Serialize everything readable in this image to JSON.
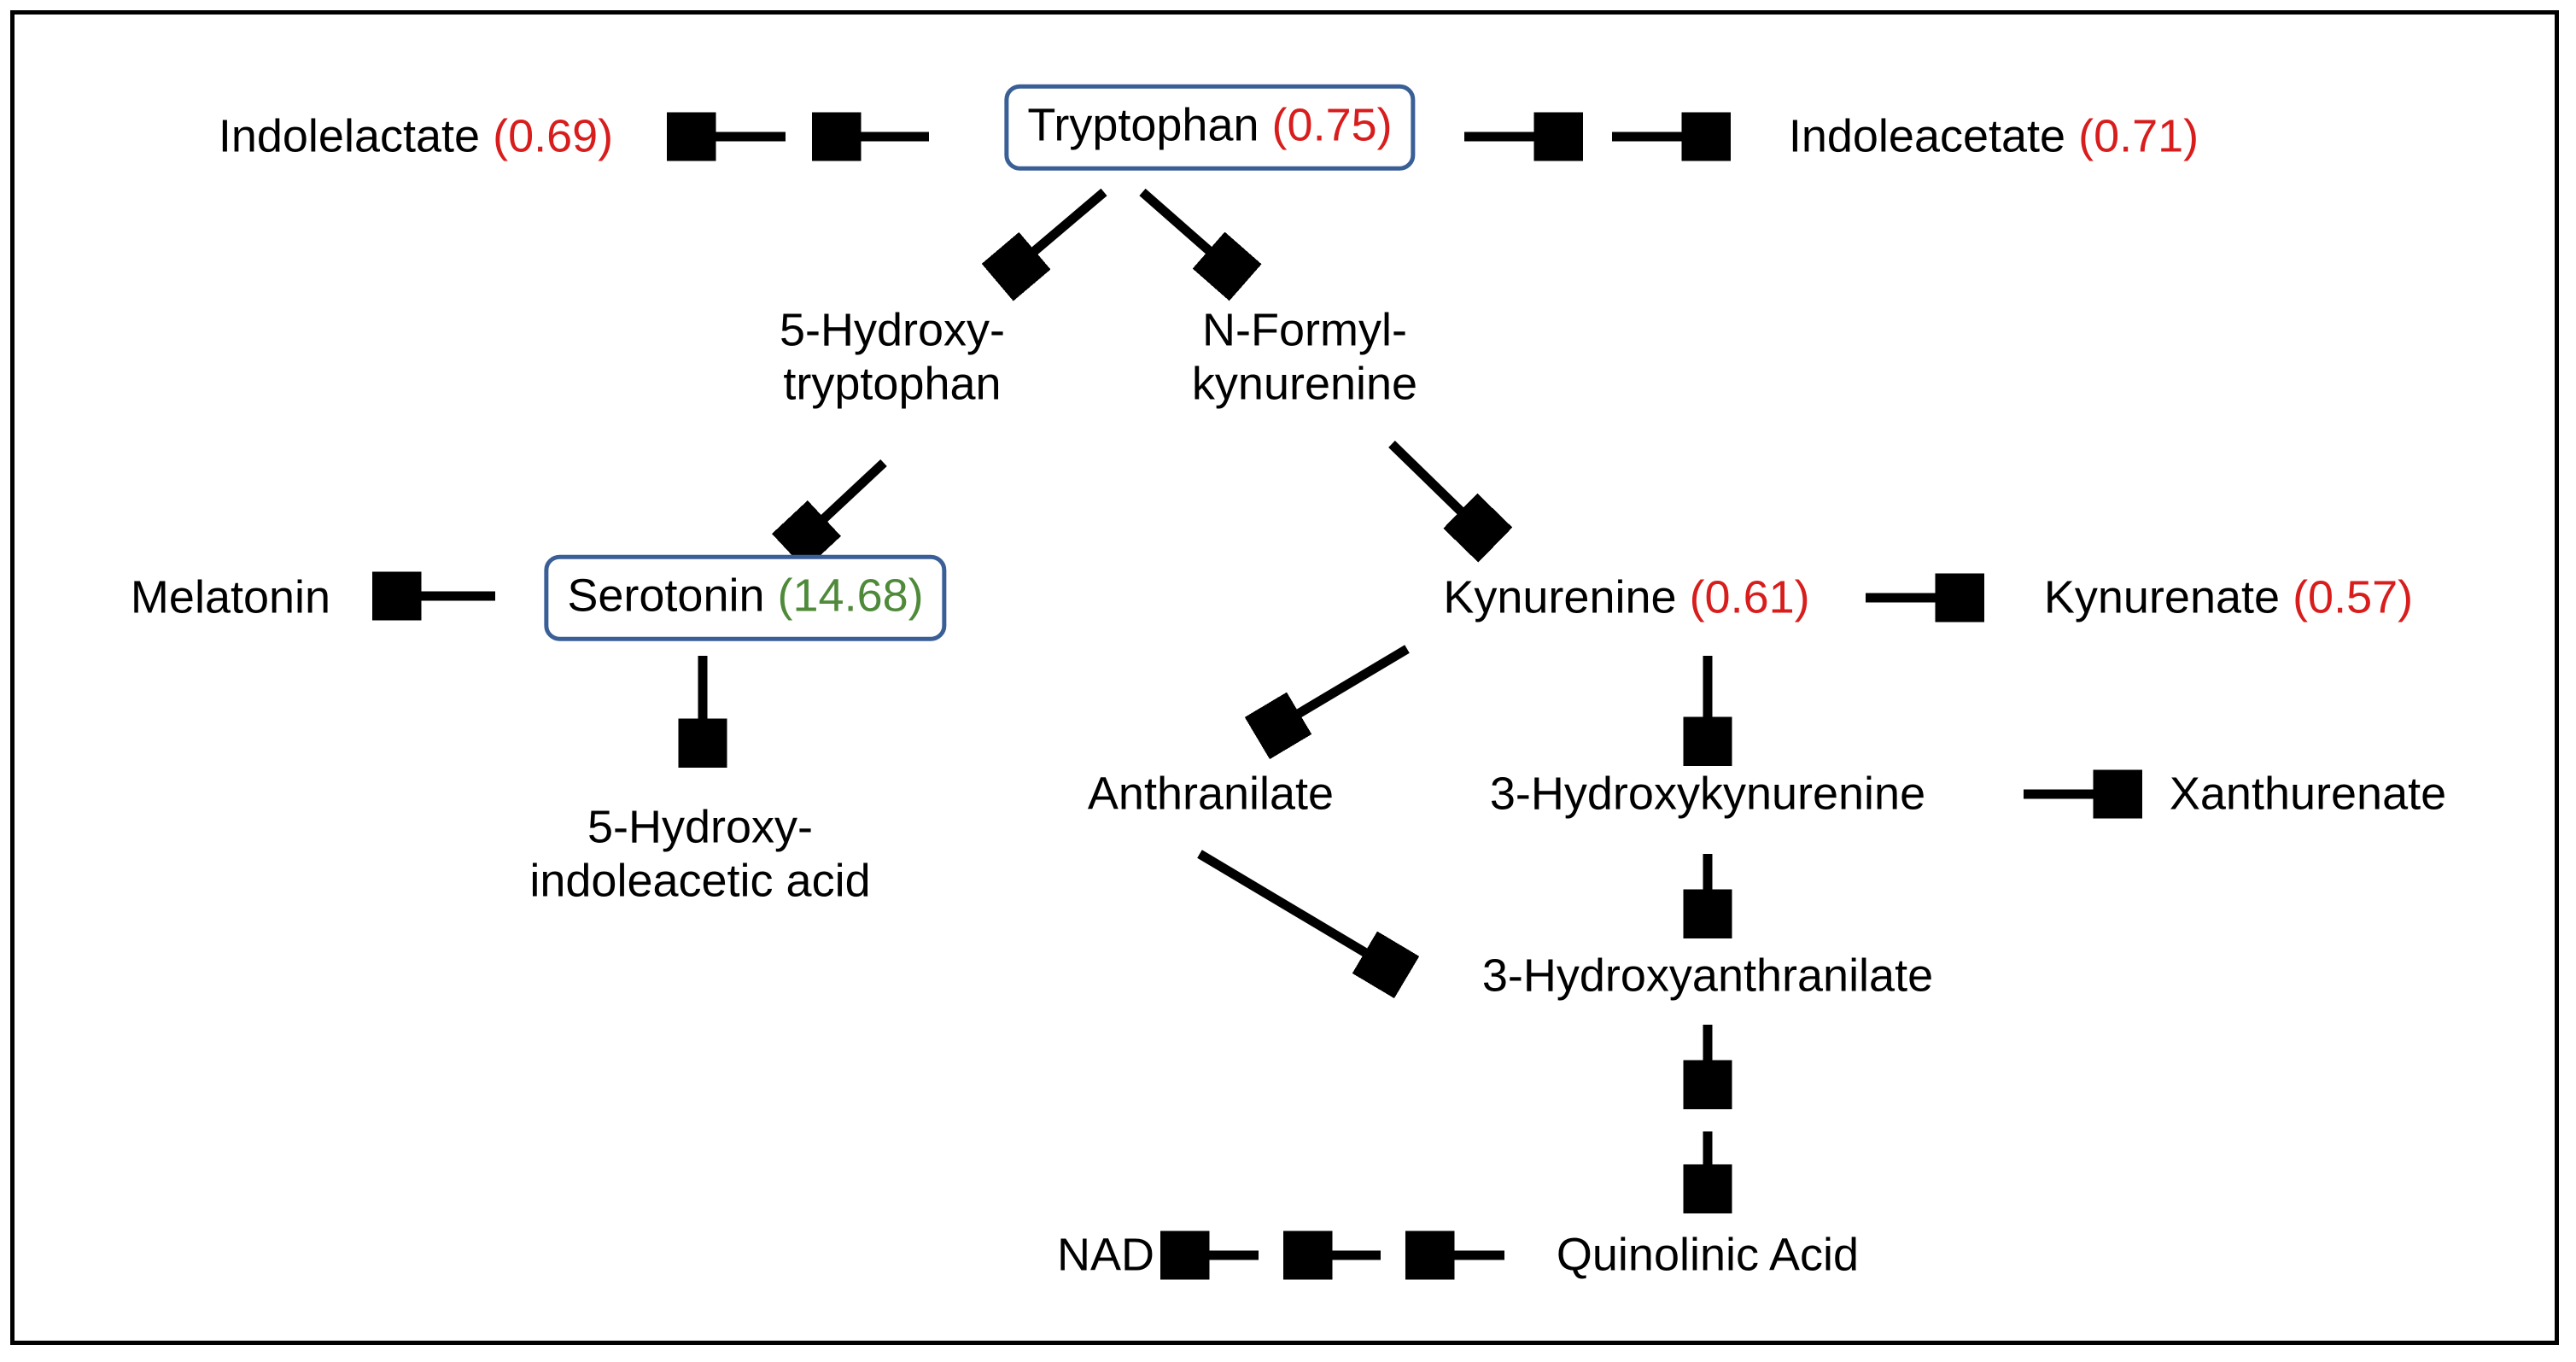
{
  "diagram": {
    "title": "Tryptophan metabolism pathway",
    "colors": {
      "frame_border": "#000000",
      "node_box_border": "#3a5f97",
      "value_decreased": "#d81d1d",
      "value_increased": "#4f8a3a",
      "arrow": "#000000",
      "text": "#000000",
      "background": "#ffffff"
    },
    "nodes": [
      {
        "id": "tryptophan",
        "label": "Tryptophan",
        "value": "(0.75)",
        "value_color": "red",
        "boxed": true,
        "lines": [
          "Tryptophan"
        ]
      },
      {
        "id": "indolelactate",
        "label": "Indolelactate",
        "value": "(0.69)",
        "value_color": "red",
        "boxed": false,
        "lines": [
          "Indolelactate"
        ]
      },
      {
        "id": "indoleacetate",
        "label": "Indoleacetate",
        "value": "(0.71)",
        "value_color": "red",
        "boxed": false,
        "lines": [
          "Indoleacetate"
        ]
      },
      {
        "id": "hydroxytryptophan",
        "label": "5-Hydroxy- tryptophan",
        "value": "",
        "value_color": "none",
        "boxed": false,
        "lines": [
          "5-Hydroxy-",
          "tryptophan"
        ]
      },
      {
        "id": "formylkynurenine",
        "label": "N-Formyl- kynurenine",
        "value": "",
        "value_color": "none",
        "boxed": false,
        "lines": [
          "N-Formyl-",
          "kynurenine"
        ]
      },
      {
        "id": "serotonin",
        "label": "Serotonin",
        "value": "(14.68)",
        "value_color": "green",
        "boxed": true,
        "lines": [
          "Serotonin"
        ]
      },
      {
        "id": "melatonin",
        "label": "Melatonin",
        "value": "",
        "value_color": "none",
        "boxed": false,
        "lines": [
          "Melatonin"
        ]
      },
      {
        "id": "hydroxyindoleacetic",
        "label": "5-Hydroxy- indoleacetic acid",
        "value": "",
        "value_color": "none",
        "boxed": false,
        "lines": [
          "5-Hydroxy-",
          "indoleacetic acid"
        ]
      },
      {
        "id": "kynurenine",
        "label": "Kynurenine",
        "value": "(0.61)",
        "value_color": "red",
        "boxed": false,
        "lines": [
          "Kynurenine"
        ]
      },
      {
        "id": "kynurenate",
        "label": "Kynurenate",
        "value": "(0.57)",
        "value_color": "red",
        "boxed": false,
        "lines": [
          "Kynurenate"
        ]
      },
      {
        "id": "anthranilate",
        "label": "Anthranilate",
        "value": "",
        "value_color": "none",
        "boxed": false,
        "lines": [
          "Anthranilate"
        ]
      },
      {
        "id": "hydroxykynurenine",
        "label": "3-Hydroxykynurenine",
        "value": "",
        "value_color": "none",
        "boxed": false,
        "lines": [
          "3-Hydroxykynurenine"
        ]
      },
      {
        "id": "xanthurenate",
        "label": "Xanthurenate",
        "value": "",
        "value_color": "none",
        "boxed": false,
        "lines": [
          "Xanthurenate"
        ]
      },
      {
        "id": "hydroxyanthranilate",
        "label": "3-Hydroxyanthranilate",
        "value": "",
        "value_color": "none",
        "boxed": false,
        "lines": [
          "3-Hydroxyanthranilate"
        ]
      },
      {
        "id": "quinolinic",
        "label": "Quinolinic Acid",
        "value": "",
        "value_color": "none",
        "boxed": false,
        "lines": [
          "Quinolinic Acid"
        ]
      },
      {
        "id": "nad",
        "label": "NAD",
        "value": "",
        "value_color": "none",
        "boxed": false,
        "lines": [
          "NAD"
        ]
      }
    ],
    "edges": [
      {
        "from": "tryptophan",
        "to": "indolelactate",
        "direction": "left",
        "segments": 2
      },
      {
        "from": "tryptophan",
        "to": "indoleacetate",
        "direction": "right",
        "segments": 2
      },
      {
        "from": "tryptophan",
        "to": "hydroxytryptophan",
        "direction": "down-left",
        "segments": 1
      },
      {
        "from": "tryptophan",
        "to": "formylkynurenine",
        "direction": "down-right",
        "segments": 1
      },
      {
        "from": "hydroxytryptophan",
        "to": "serotonin",
        "direction": "down-left",
        "segments": 1
      },
      {
        "from": "serotonin",
        "to": "melatonin",
        "direction": "left",
        "segments": 1
      },
      {
        "from": "serotonin",
        "to": "hydroxyindoleacetic",
        "direction": "down",
        "segments": 1
      },
      {
        "from": "formylkynurenine",
        "to": "kynurenine",
        "direction": "down-right",
        "segments": 1
      },
      {
        "from": "kynurenine",
        "to": "kynurenate",
        "direction": "right",
        "segments": 1
      },
      {
        "from": "kynurenine",
        "to": "anthranilate",
        "direction": "down-left",
        "segments": 1
      },
      {
        "from": "kynurenine",
        "to": "hydroxykynurenine",
        "direction": "down",
        "segments": 1
      },
      {
        "from": "hydroxykynurenine",
        "to": "xanthurenate",
        "direction": "right",
        "segments": 1
      },
      {
        "from": "hydroxykynurenine",
        "to": "hydroxyanthranilate",
        "direction": "down",
        "segments": 1
      },
      {
        "from": "anthranilate",
        "to": "hydroxyanthranilate",
        "direction": "down-right",
        "segments": 1
      },
      {
        "from": "hydroxyanthranilate",
        "to": "quinolinic",
        "direction": "down",
        "segments": 2
      },
      {
        "from": "quinolinic",
        "to": "nad",
        "direction": "left",
        "segments": 3
      }
    ]
  }
}
